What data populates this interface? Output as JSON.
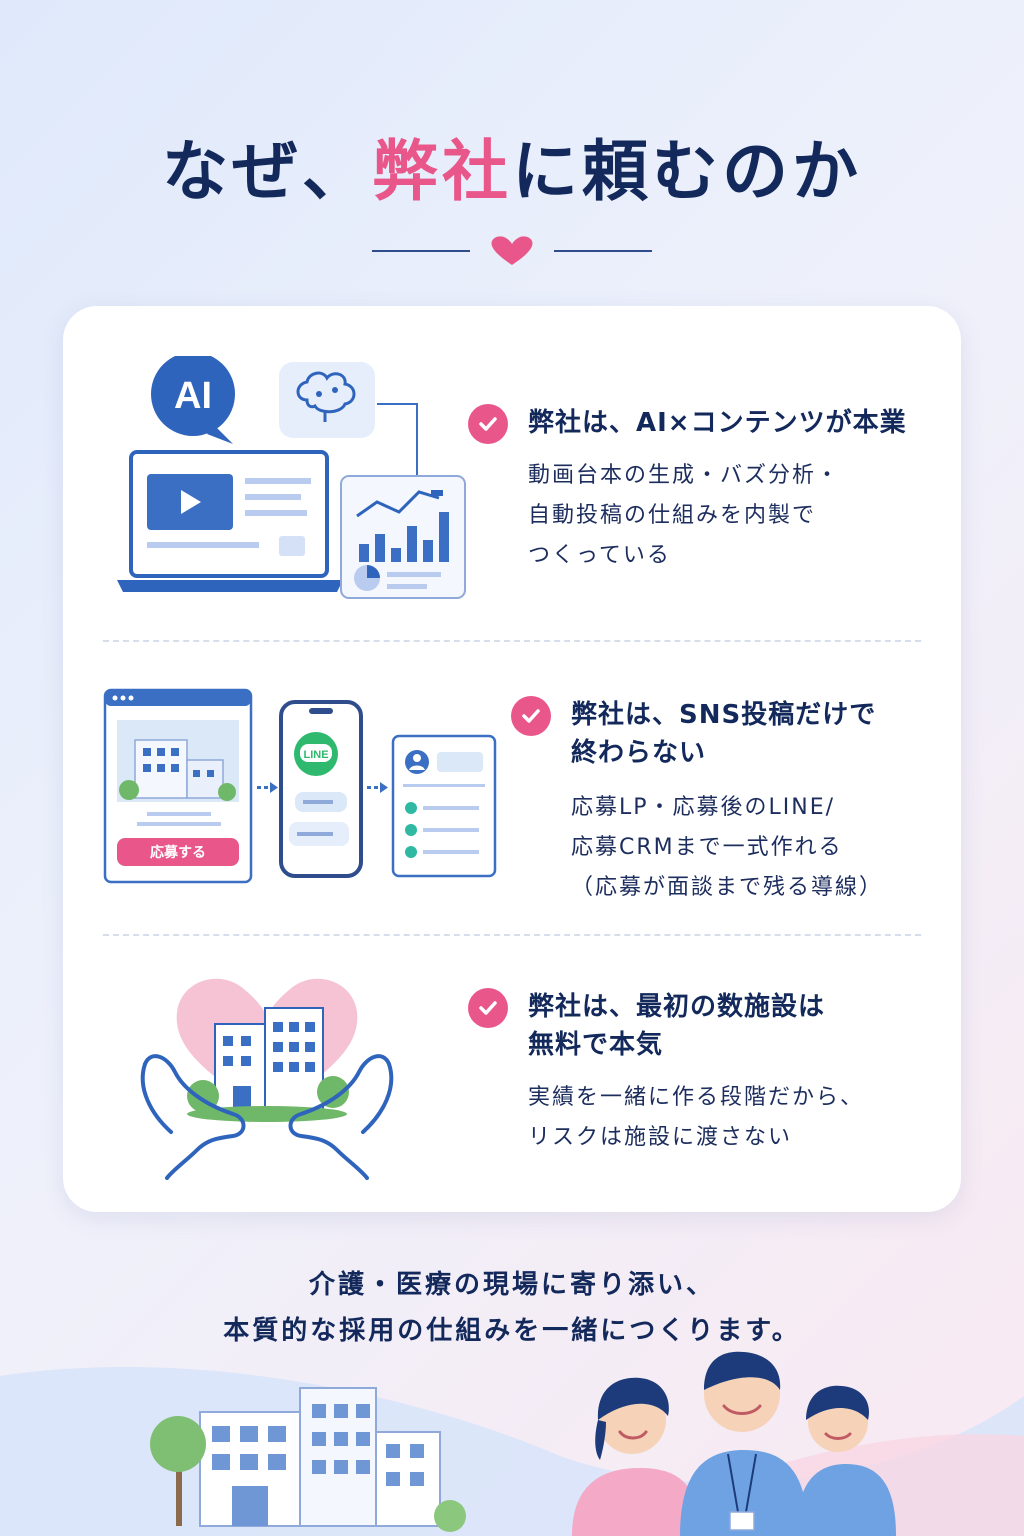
{
  "title": {
    "prefix": "なぜ、",
    "accent": "弊社",
    "suffix": "に頼むのか"
  },
  "features": [
    {
      "heading": "弊社は、AI×コンテンツが本業",
      "body": [
        "動画台本の生成・バズ分析・",
        "自動投稿の仕組みを内製で",
        "つくっている"
      ],
      "ai_bubble": "AI"
    },
    {
      "heading": [
        "弊社は、SNS投稿だけで",
        "終わらない"
      ],
      "body": [
        "応募LP・応募後のLINE/",
        "応募CRMまで一式作れる",
        "（応募が面談まで残る導線）"
      ],
      "apply_button": "応募する",
      "line_badge": "LINE"
    },
    {
      "heading": [
        "弊社は、最初の数施設は",
        "無料で本気"
      ],
      "body": [
        "実績を一緒に作る段階だから、",
        "リスクは施設に渡さない"
      ]
    }
  ],
  "tagline": [
    "介護・医療の現場に寄り添い、",
    "本質的な採用の仕組みを一緒につくります。"
  ],
  "colors": {
    "navy": "#13295b",
    "pink": "#e9578a",
    "blue": "#3a6fc4",
    "green": "#2fb96f"
  },
  "icons": [
    "heart-icon",
    "check-icon",
    "ai-bubble-icon",
    "brain-icon",
    "laptop-icon",
    "chart-icon",
    "browser-icon",
    "phone-icon",
    "line-icon",
    "profile-card-icon",
    "heart-hands-icon",
    "building-icon",
    "staff-group-icon"
  ]
}
